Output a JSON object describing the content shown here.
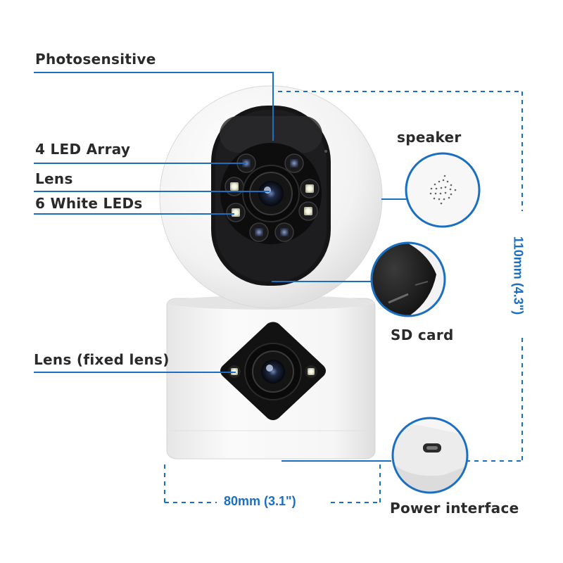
{
  "labels": {
    "photosensitive": "Photosensitive",
    "led_array": "4 LED Array",
    "lens": "Lens",
    "white_leds": "6 White LEDs",
    "lens_fixed": "Lens (fixed lens)",
    "speaker": "speaker",
    "sd_card": "SD card",
    "power_interface": "Power interface"
  },
  "dimensions": {
    "width": "80mm (3.1\")",
    "height": "110mm (4.3\")"
  },
  "colors": {
    "leader_line": "#1a6fc2",
    "dim_text": "#1a6fc2",
    "callout_ring": "#1a6fc2",
    "label_text": "#2a2a2a"
  }
}
